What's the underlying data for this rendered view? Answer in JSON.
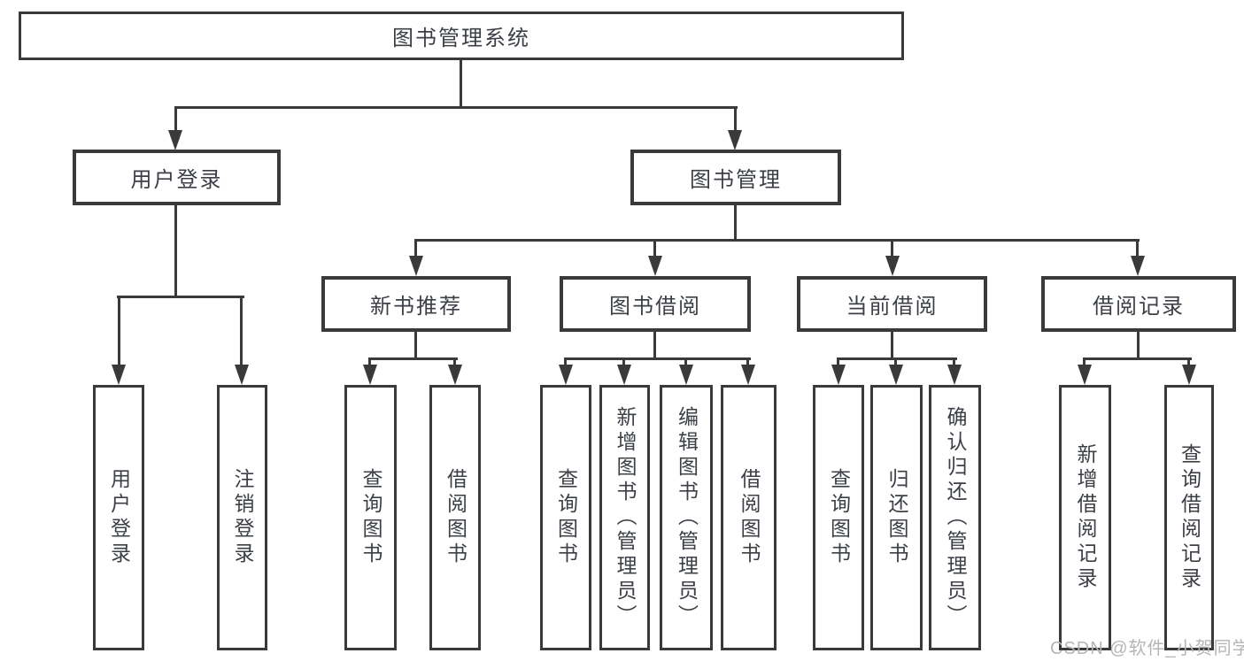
{
  "diagram": {
    "root": {
      "label": "图书管理系统"
    },
    "branches": [
      {
        "label": "用户登录",
        "children": [
          {
            "label": "用户登录"
          },
          {
            "label": "注销登录"
          }
        ]
      },
      {
        "label": "图书管理",
        "children": [
          {
            "label": "新书推荐",
            "children": [
              {
                "label": "查询图书"
              },
              {
                "label": "借阅图书"
              }
            ]
          },
          {
            "label": "图书借阅",
            "children": [
              {
                "label": "查询图书"
              },
              {
                "label": "新增图书（管理员）"
              },
              {
                "label": "编辑图书（管理员）"
              },
              {
                "label": "借阅图书"
              }
            ]
          },
          {
            "label": "当前借阅",
            "children": [
              {
                "label": "查询图书"
              },
              {
                "label": "归还图书"
              },
              {
                "label": "确认归还（管理员）"
              }
            ]
          },
          {
            "label": "借阅记录",
            "children": [
              {
                "label": "新增借阅记录"
              },
              {
                "label": "查询借阅记录"
              }
            ]
          }
        ]
      }
    ]
  },
  "watermark": {
    "text": "CSDN @软件_小贺同学"
  },
  "colors": {
    "line": "#3a3a3a",
    "text": "#3c4046",
    "watermark": "#b5b5b5",
    "background": "#ffffff"
  }
}
